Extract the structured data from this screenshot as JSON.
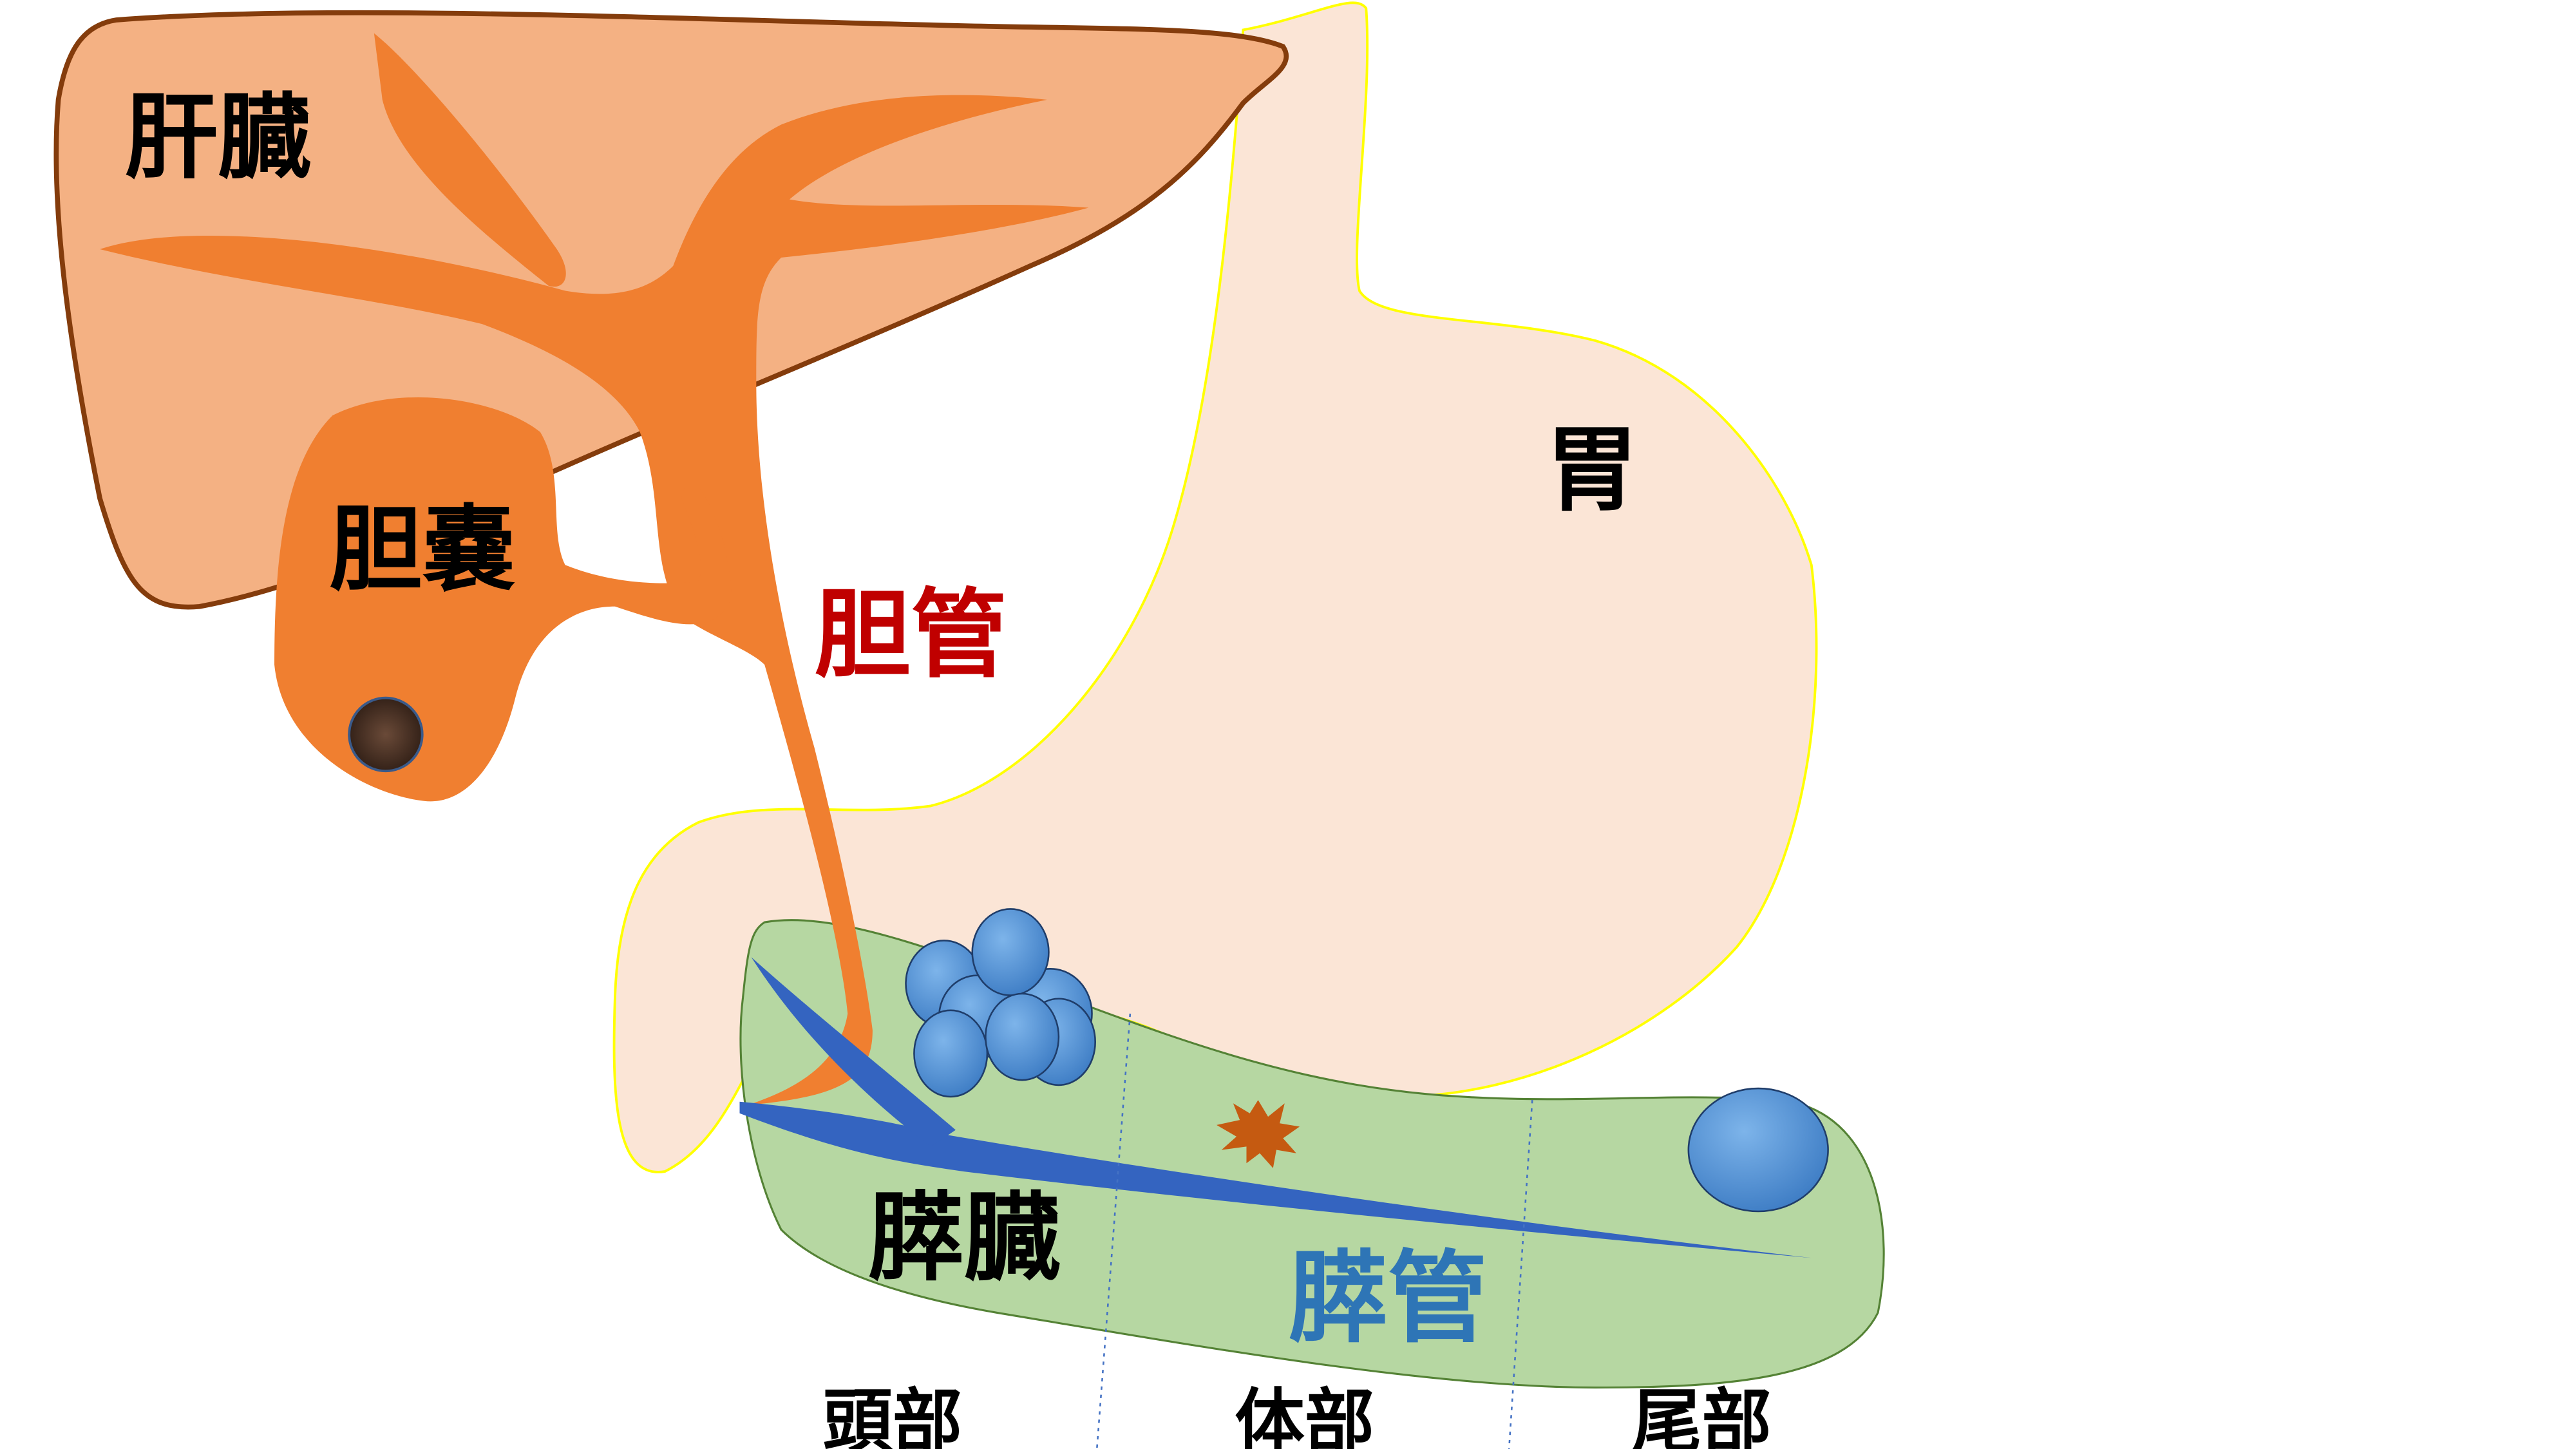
{
  "labels": {
    "liver": "肝臓",
    "gallbladder": "胆嚢",
    "bile_duct": "胆管",
    "stomach": "胃",
    "pancreas": "膵臓",
    "pancreatic_duct": "膵管",
    "head": "頭部",
    "body": "体部",
    "tail": "尾部"
  },
  "colors": {
    "liver_fill": "#f4b183",
    "liver_stroke": "#843c0c",
    "stomach_fill": "#fbe5d6",
    "stomach_stroke": "#ffff00",
    "bile_duct": "#f07f30",
    "pancreas_fill": "#b6d7a2",
    "pancreas_stroke": "#548235",
    "pancreatic_duct": "#3464c0",
    "cyst": "#5a9bd8",
    "bile_duct_label": "#c00000",
    "pancreatic_duct_label": "#2e75b6"
  }
}
